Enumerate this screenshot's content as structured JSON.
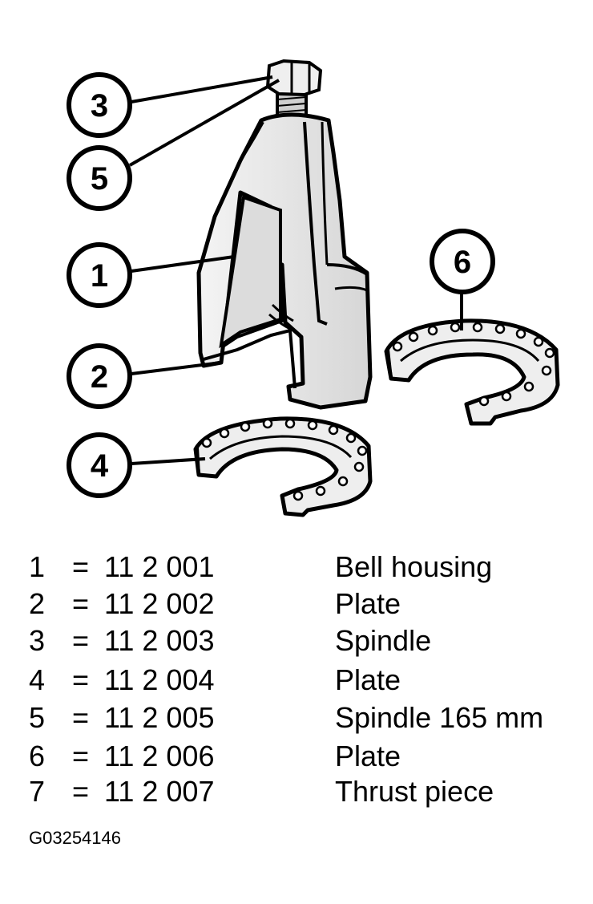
{
  "callouts": [
    {
      "id": "1"
    },
    {
      "id": "2"
    },
    {
      "id": "3"
    },
    {
      "id": "4"
    },
    {
      "id": "5"
    },
    {
      "id": "6"
    }
  ],
  "legend": [
    {
      "num": "1",
      "eq": "=",
      "code": "11 2 001",
      "description": "Bell housing"
    },
    {
      "num": "2",
      "eq": "=",
      "code": "11 2 002",
      "description": "Plate"
    },
    {
      "num": "3",
      "eq": "=",
      "code": "11 2 003",
      "description": "Spindle"
    },
    {
      "num": "4",
      "eq": "=",
      "code": "11 2 004",
      "description": "Plate"
    },
    {
      "num": "5",
      "eq": "=",
      "code": "11 2 005",
      "description": "Spindle 165 mm"
    },
    {
      "num": "6",
      "eq": "=",
      "code": "11 2 006",
      "description": "Plate"
    },
    {
      "num": "7",
      "eq": "=",
      "code": "11 2 007",
      "description": "Thrust piece"
    }
  ],
  "figure_code": "G03254146"
}
